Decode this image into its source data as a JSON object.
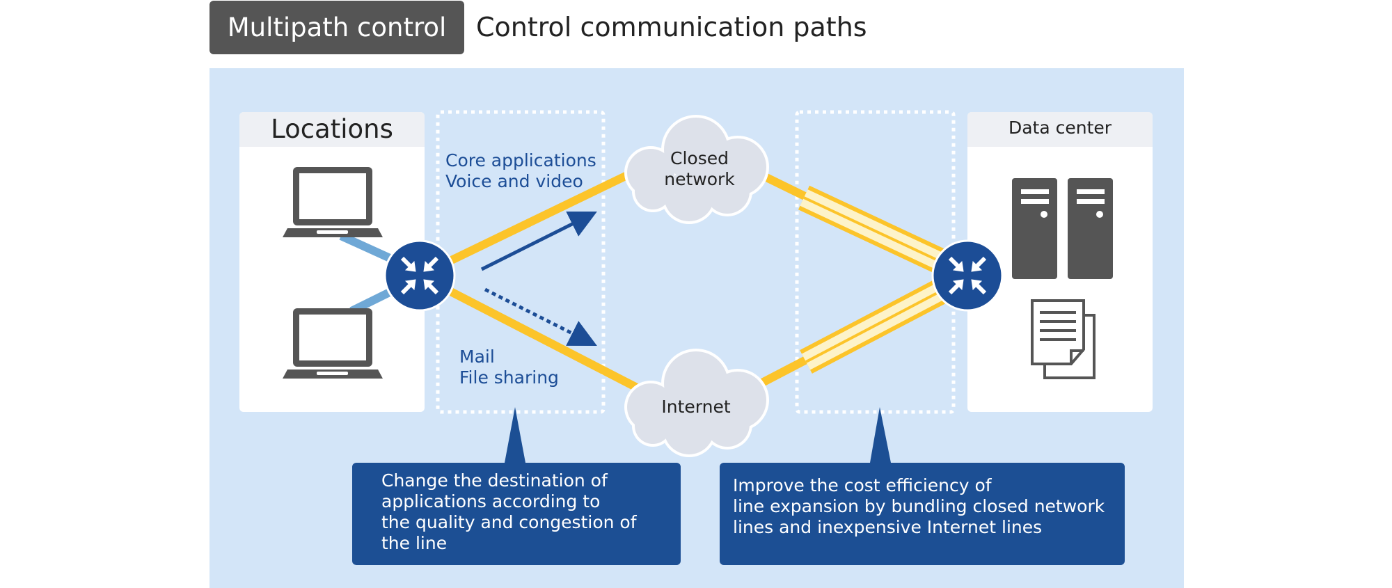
{
  "header": {
    "badge": "Multipath control",
    "subtitle": "Control communication paths"
  },
  "locations": {
    "title": "Locations"
  },
  "data_center": {
    "title": "Data center"
  },
  "traffic": {
    "upper": [
      "Core applications",
      "Voice and video"
    ],
    "lower": [
      "Mail",
      "File sharing"
    ]
  },
  "clouds": {
    "closed": [
      "Closed",
      "network"
    ],
    "internet": "Internet"
  },
  "callouts": {
    "left": [
      "Change the destination of",
      "applications according to",
      "the quality and congestion of",
      "the line"
    ],
    "right": [
      "Improve the cost efficiency of",
      "line expansion by bundling closed network",
      "lines and inexpensive Internet lines"
    ]
  },
  "colors": {
    "panel": "#d3e5f8",
    "line_yellow": "#fcc42a",
    "router": "#1c4d96",
    "link_blue": "#6fa8d6",
    "device_gray": "#555555",
    "cloud": "#dde1ea",
    "callout": "#1c4f94"
  },
  "icons": {
    "router": "router-arrows-icon",
    "laptop": "laptop-icon",
    "server": "server-tower-icon",
    "document": "documents-icon",
    "cloud": "cloud-icon"
  }
}
